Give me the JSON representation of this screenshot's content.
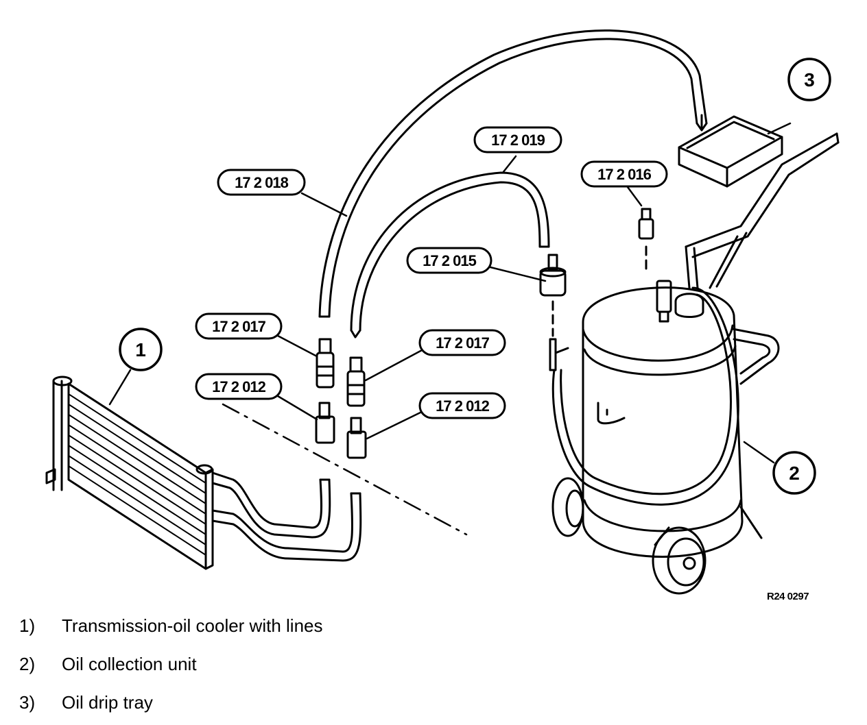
{
  "callouts": {
    "c1": "1",
    "c2": "2",
    "c3": "3"
  },
  "tools": {
    "t018": "17 2 018",
    "t019": "17 2 019",
    "t016": "17 2 016",
    "t015": "17 2 015",
    "t017_left": "17 2 017",
    "t017_right": "17 2 017",
    "t012_left": "17 2 012",
    "t012_right": "17 2 012"
  },
  "figure_ref": "R24 0297",
  "legend": [
    {
      "num": "1)",
      "text": "Transmission-oil cooler with lines"
    },
    {
      "num": "2)",
      "text": "Oil collection unit"
    },
    {
      "num": "3)",
      "text": "Oil drip tray"
    }
  ]
}
